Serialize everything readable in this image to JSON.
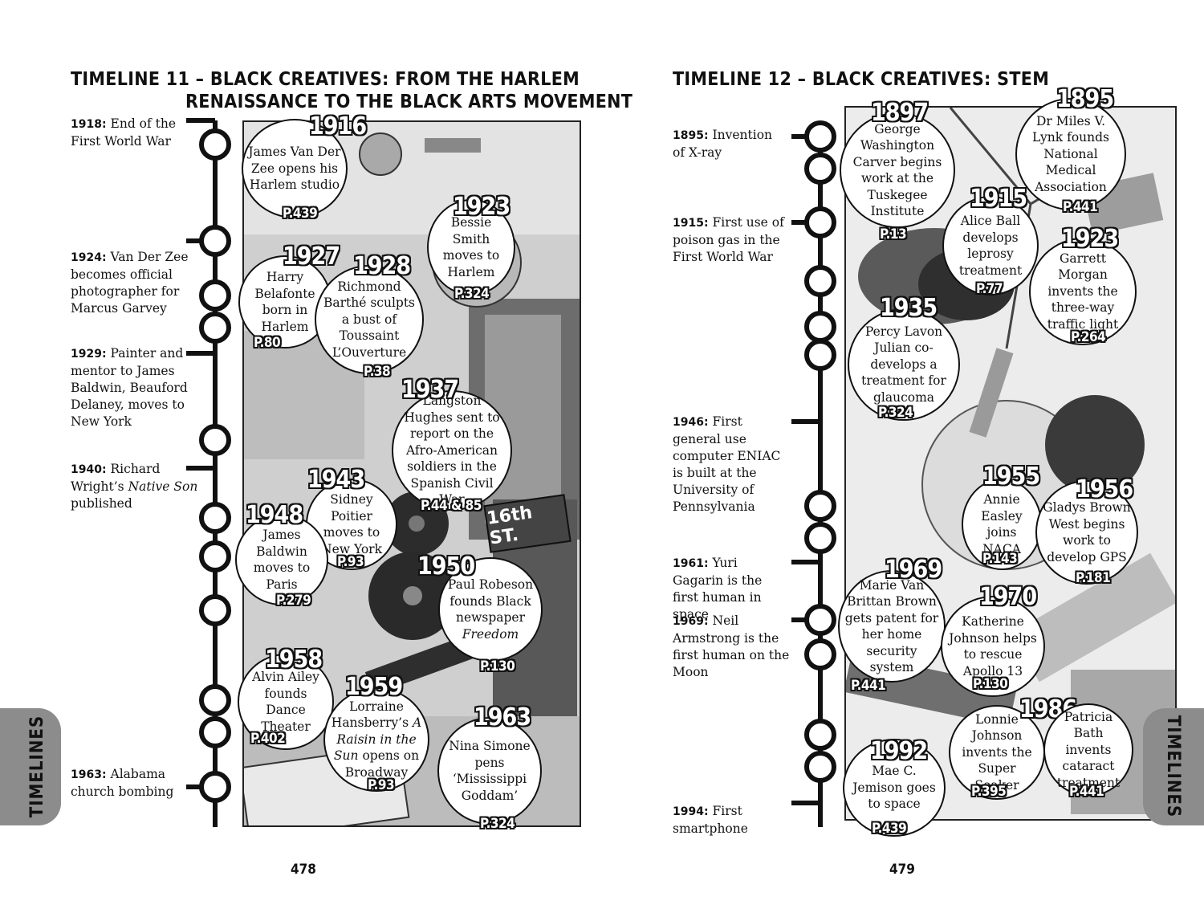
{
  "left": {
    "heading_line1": "TIMELINE 11 – BLACK CREATIVES: FROM THE HARLEM",
    "heading_line2": "RENAISSANCE TO THE BLACK ARTS MOVEMENT",
    "side_events": [
      {
        "year": "1918",
        "text": "End of the First World War"
      },
      {
        "year": "1924",
        "text": "Van Der Zee becomes official photographer for Marcus Garvey"
      },
      {
        "year": "1929",
        "text": "Painter and mentor to James Baldwin, Beauford Delaney, moves to New York"
      },
      {
        "year": "1940",
        "text_before": "Richard Wright’s",
        "title": "Native Son",
        "text_after": "published"
      },
      {
        "year": "1963",
        "text": "Alabama church bombing"
      }
    ],
    "bubbles": [
      {
        "year": "1916",
        "text": "James Van Der Zee opens his Harlem studio",
        "page": "P.439"
      },
      {
        "year": "1923",
        "text": "Bessie Smith moves to Harlem",
        "page": "P.324"
      },
      {
        "year": "1927",
        "text": "Harry Belafonte born in Harlem",
        "page": "P.80"
      },
      {
        "year": "1928",
        "text": "Richmond Barthé sculpts a bust of Toussaint L’Ouverture",
        "page": "P.38"
      },
      {
        "year": "1937",
        "text": "Langston Hughes sent to report on the Afro-American soldiers in the Spanish Civil War",
        "page": "P.44 & 85"
      },
      {
        "year": "1943",
        "text": "Sidney Poitier moves to New York",
        "page": "P.93"
      },
      {
        "year": "1948",
        "text": "James Baldwin moves to Paris",
        "page": "P.279"
      },
      {
        "year": "1950",
        "text": "Paul Robeson founds Black newspaper",
        "title": "Freedom",
        "page": "P.130"
      },
      {
        "year": "1958",
        "text": "Alvin Ailey founds Dance Theater",
        "page": "P.402"
      },
      {
        "year": "1959",
        "text": "Lorraine Hansberry’s",
        "title": "A Raisin in the Sun",
        "text_after": "opens on Broadway",
        "page": "P.93"
      },
      {
        "year": "1963",
        "text": "Nina Simone pens ‘Mississippi Goddam’",
        "page": "P.324"
      }
    ],
    "street_sign": "16th ST.",
    "page_number": "478",
    "tab_label": "TIMELINES"
  },
  "right": {
    "heading_line1": "TIMELINE 12 – BLACK CREATIVES: STEM",
    "side_events": [
      {
        "year": "1895",
        "text": "Invention of X-ray"
      },
      {
        "year": "1915",
        "text": "First use of poison gas in the First World War"
      },
      {
        "year": "1946",
        "text": "First general use computer ENIAC is built at the University of Pennsylvania"
      },
      {
        "year": "1961",
        "text": "Yuri Gagarin is the first human in space"
      },
      {
        "year": "1969",
        "text": "Neil Armstrong is the first human on the Moon"
      },
      {
        "year": "1994",
        "text": "First smartphone"
      }
    ],
    "bubbles": [
      {
        "year": "1897",
        "text": "George Washington Carver begins work at the Tuskegee Institute",
        "page": "P.13"
      },
      {
        "year": "1895",
        "text": "Dr Miles V. Lynk founds National Medical Association",
        "page": "P.441"
      },
      {
        "year": "1915",
        "text": "Alice Ball develops leprosy treatment",
        "page": "P.77"
      },
      {
        "year": "1923",
        "text": "Garrett Morgan invents the three-way traffic light",
        "page": "P.264"
      },
      {
        "year": "1935",
        "text": "Percy Lavon Julian co-develops a treatment for glaucoma",
        "page": "P.324"
      },
      {
        "year": "1955",
        "text": "Annie Easley joins NACA",
        "page": "P.143"
      },
      {
        "year": "1956",
        "text": "Gladys Brown West begins work to develop GPS",
        "page": "P.181"
      },
      {
        "year": "1969",
        "text": "Marie Van Brittan Brown gets patent for her home security system",
        "page": "P.441"
      },
      {
        "year": "1970",
        "text": "Katherine Johnson helps to rescue Apollo 13",
        "page": "P.130"
      },
      {
        "year": "1986",
        "text": "Lonnie Johnson invents the Super Soaker",
        "page": "P.395"
      },
      {
        "year": "1986",
        "text": "Patricia Bath invents cataract treatment",
        "page": "P.441",
        "hide_year": true
      },
      {
        "year": "1992",
        "text": "Mae C. Jemison goes to space",
        "page": "P.439"
      }
    ],
    "page_number": "479",
    "tab_label": "TIMELINES"
  }
}
